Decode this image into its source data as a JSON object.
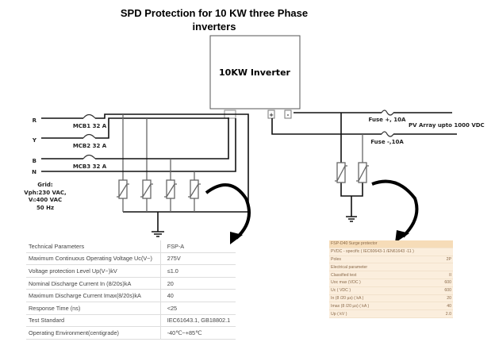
{
  "title_line1": "SPD Protection for 10 KW three Phase",
  "title_line2": "inverters",
  "inverter_label": "10KW Inverter",
  "phases": [
    "R",
    "Y",
    "B",
    "N"
  ],
  "mcbs": [
    "MCB1 32 A",
    "MCB2 32 A",
    "MCB3 32 A"
  ],
  "grid": [
    "Grid:",
    "Vph:230 VAC,",
    "Vₗ:400 VAC",
    "50 Hz"
  ],
  "dc": {
    "plus": "+",
    "minus": "-",
    "fuse_plus": "Fuse +, 10A",
    "fuse_minus": "Fuse -,10A",
    "pv": "PV Array upto 1000 VDC"
  },
  "ac_table": [
    [
      "Technical Parameters",
      "FSP-A"
    ],
    [
      "Maximum Continuous Operating Voltage Uc(V~)",
      "275V"
    ],
    [
      "Voltage protection Level Up(V~)kV",
      "≤1.0"
    ],
    [
      "Nominal Discharge Current In (8/20s)kA",
      "20"
    ],
    [
      "Maximum Discharge Current Imax(8/20s)kA",
      "40"
    ],
    [
      "Response Time (ns)",
      "<25"
    ],
    [
      "Test Standard",
      "IEC61643.1, GB18802.1"
    ],
    [
      "Operating Environment(centigrade)",
      "-40℃~+85℃"
    ]
  ],
  "dc_table": [
    [
      "FSP-D40 Surge protector",
      ""
    ],
    [
      "PVDC - specific ( IEC60643-1 /EN61643 -11 )",
      ""
    ],
    [
      "Poles",
      "2P"
    ],
    [
      "Electrical parameter",
      ""
    ],
    [
      "Classified test",
      "II"
    ],
    [
      "Uoc max (VDC )",
      "600"
    ],
    [
      "Uc ( VDC )",
      "600"
    ],
    [
      "In (8 /20 µs) ( kA )",
      "20"
    ],
    [
      "Imax (8 /20 µs) ( kA )",
      "40"
    ],
    [
      "Up ( kV )",
      "2.0"
    ]
  ]
}
